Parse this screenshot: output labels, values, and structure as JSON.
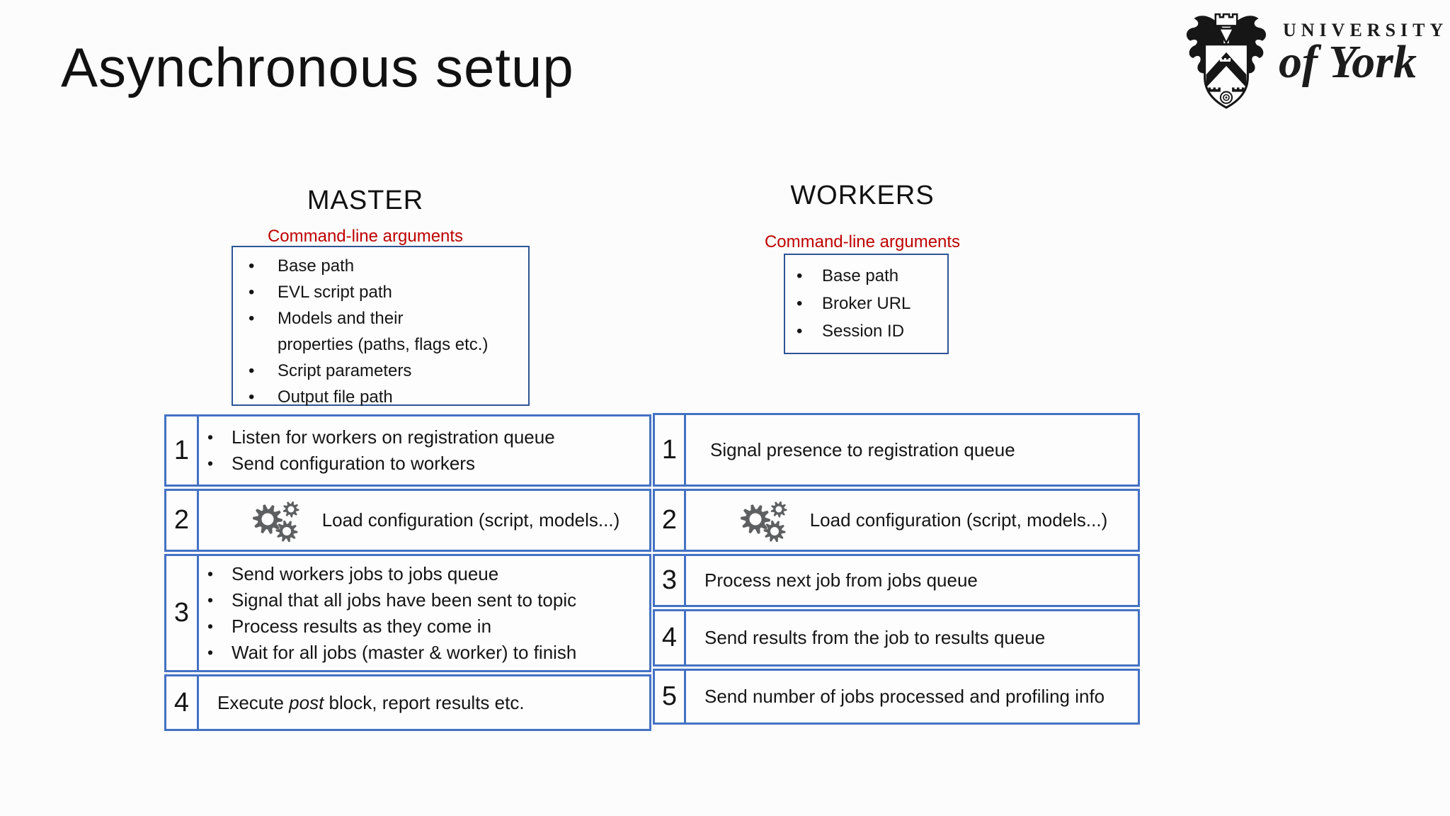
{
  "title": "Asynchronous setup",
  "logo": {
    "crest_icon": "university-of-york-crest",
    "line1": "UNIVERSITY",
    "line2": "of York"
  },
  "colors": {
    "table_border_blue": "#4472C4",
    "args_box_border_blue": "#2E5596",
    "label_red": "#C00000",
    "gear_gray": "#5E5F60",
    "text_black": "#141414",
    "background": "#FCFCFC"
  },
  "master": {
    "heading": "MASTER",
    "args_label": "Command-line arguments",
    "args": [
      "Base path",
      "EVL script path",
      "Models and their\nproperties (paths, flags etc.)",
      "Script parameters",
      "Output file path"
    ],
    "steps": [
      {
        "num": "1",
        "bullets": [
          "Listen for workers on registration queue",
          "Send configuration to workers"
        ]
      },
      {
        "num": "2",
        "icon": "gears-icon",
        "text": "Load configuration (script, models...)"
      },
      {
        "num": "3",
        "bullets": [
          "Send workers jobs to jobs queue",
          "Signal that all jobs have been sent to topic",
          "Process results as they come in",
          "Wait for all jobs (master & worker) to finish"
        ]
      },
      {
        "num": "4",
        "text_pre": "Execute ",
        "text_italic": "post",
        "text_post": " block, report results etc."
      }
    ]
  },
  "workers": {
    "heading": "WORKERS",
    "args_label": "Command-line arguments",
    "args": [
      "Base path",
      "Broker URL",
      "Session ID"
    ],
    "steps": [
      {
        "num": "1",
        "text": "Signal presence to registration queue"
      },
      {
        "num": "2",
        "icon": "gears-icon",
        "text": "Load configuration (script, models...)"
      },
      {
        "num": "3",
        "text": "Process next job from jobs queue"
      },
      {
        "num": "4",
        "text": "Send results from the job to results queue"
      },
      {
        "num": "5",
        "text": "Send number of jobs processed and profiling info"
      }
    ]
  }
}
